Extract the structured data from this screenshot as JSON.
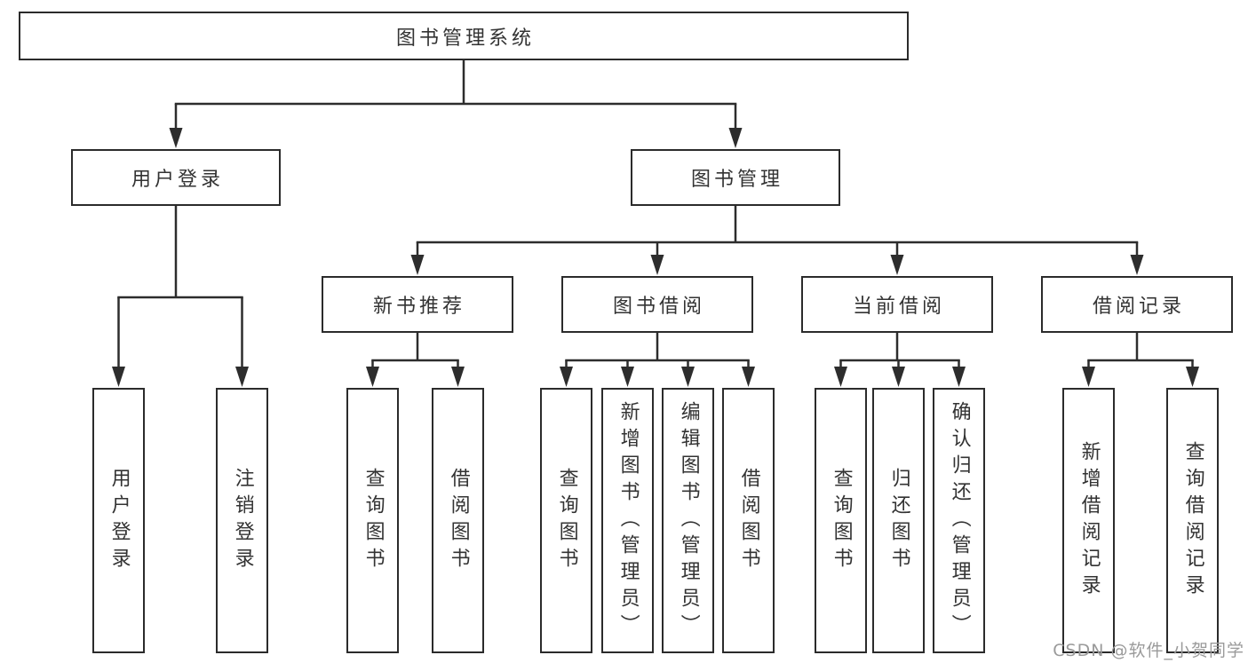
{
  "diagram": {
    "root": "图书管理系统",
    "user_login": {
      "label": "用户登录",
      "children": {
        "login": "用户登录",
        "logout": "注销登录"
      }
    },
    "book_management": {
      "label": "图书管理",
      "new_book_recommend": {
        "label": "新书推荐",
        "children": {
          "query_books": "查询图书",
          "borrow_books": "借阅图书"
        }
      },
      "book_borrowing": {
        "label": "图书借阅",
        "children": {
          "query_books": "查询图书",
          "add_books_admin": "新增图书（管理员）",
          "edit_books_admin": "编辑图书（管理员）",
          "borrow_books": "借阅图书"
        }
      },
      "current_borrowing": {
        "label": "当前借阅",
        "children": {
          "query_books": "查询图书",
          "return_books": "归还图书",
          "confirm_return_admin": "确认归还（管理员）"
        }
      },
      "borrowing_records": {
        "label": "借阅记录",
        "children": {
          "add_record": "新增借阅记录",
          "query_record": "查询借阅记录"
        }
      }
    },
    "watermark": "CSDN @软件_小贺同学"
  },
  "colors": {
    "line": "#2d2d2d",
    "border": "#2b2b2b",
    "text": "#333333",
    "watermark": "#9a9a9a",
    "background": "#ffffff"
  }
}
